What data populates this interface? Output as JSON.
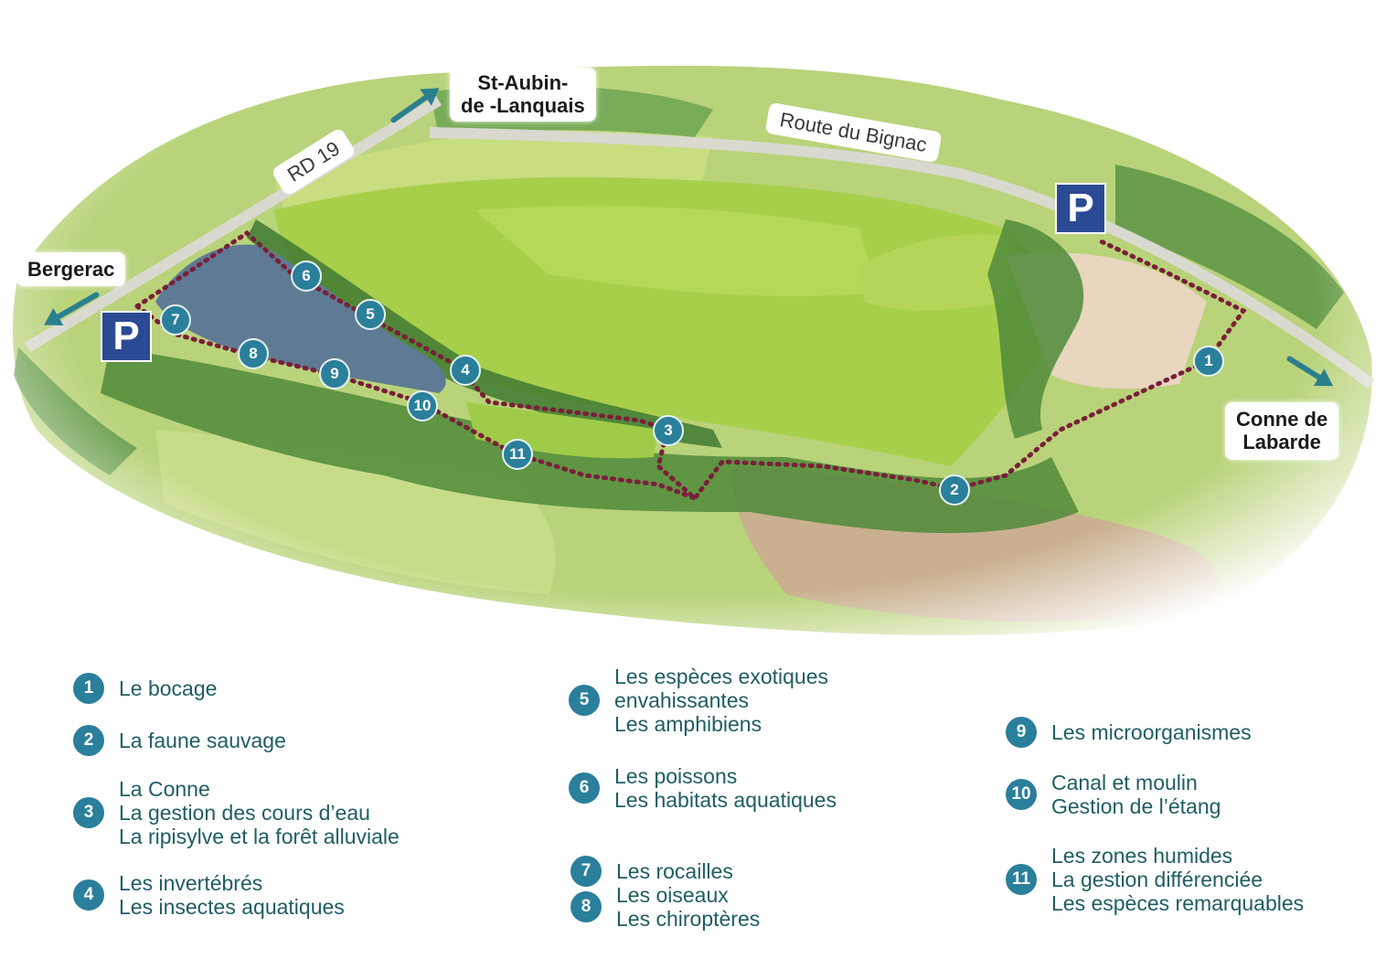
{
  "places": {
    "bergerac": "Bergerac",
    "st_aubin": [
      "St-Aubin-",
      "de -Lanquais"
    ],
    "conne": [
      "Conne de",
      "Labarde"
    ]
  },
  "roads": {
    "rd19": "RD 19",
    "bignac": "Route du Bignac"
  },
  "parking_label": "P",
  "stops": [
    "1",
    "2",
    "3",
    "4",
    "5",
    "6",
    "7",
    "8",
    "9",
    "10",
    "11"
  ],
  "legend": [
    {
      "num": "1",
      "lines": [
        "Le bocage"
      ]
    },
    {
      "num": "2",
      "lines": [
        "La faune sauvage"
      ]
    },
    {
      "num": "3",
      "lines": [
        "La Conne",
        "La gestion des cours d’eau",
        "La ripisylve et la forêt alluviale"
      ]
    },
    {
      "num": "4",
      "lines": [
        "Les invertébrés",
        "Les insectes aquatiques"
      ]
    },
    {
      "num": "5",
      "lines": [
        "Les espèces exotiques",
        "envahissantes",
        "Les amphibiens"
      ]
    },
    {
      "num": "6",
      "lines": [
        "Les poissons",
        "Les habitats aquatiques"
      ]
    },
    {
      "num": "7",
      "lines": [
        "Les rocailles"
      ]
    },
    {
      "num": "8",
      "lines": [
        "Les oiseaux",
        "Les chiroptères"
      ]
    },
    {
      "num": "9",
      "lines": [
        "Les microorganismes"
      ]
    },
    {
      "num": "10",
      "lines": [
        "Canal et moulin",
        "Gestion de l’étang"
      ]
    },
    {
      "num": "11",
      "lines": [
        "Les zones humides",
        "La gestion différenciée",
        "Les espèces remarquables"
      ]
    }
  ],
  "colors": {
    "badge": "#2a7f9b",
    "legend_text": "#1f5d63",
    "trail": "#7a1f3a",
    "parking": "#2b4a94",
    "arrow": "#2a7f8e"
  }
}
